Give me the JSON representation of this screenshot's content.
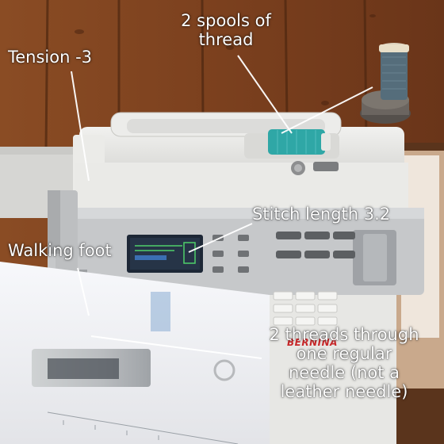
{
  "annotations": {
    "spools": [
      "2 spools of",
      "thread"
    ],
    "tension": "Tension -3",
    "stitch_length": "Stitch length 3.2",
    "walking_foot": "Walking foot",
    "needle": [
      "2 threads through",
      "one regular",
      "needle (not a",
      "leather needle)"
    ]
  },
  "brand": "BERNINA",
  "colors": {
    "wood": "#7a4220",
    "machine_body": "#e4e4e2",
    "thread_spool_teal": "#2fa7a6",
    "thread_spool_dark": "#556d7b",
    "screen": "#1d2736",
    "brand_red": "#c8282a"
  }
}
